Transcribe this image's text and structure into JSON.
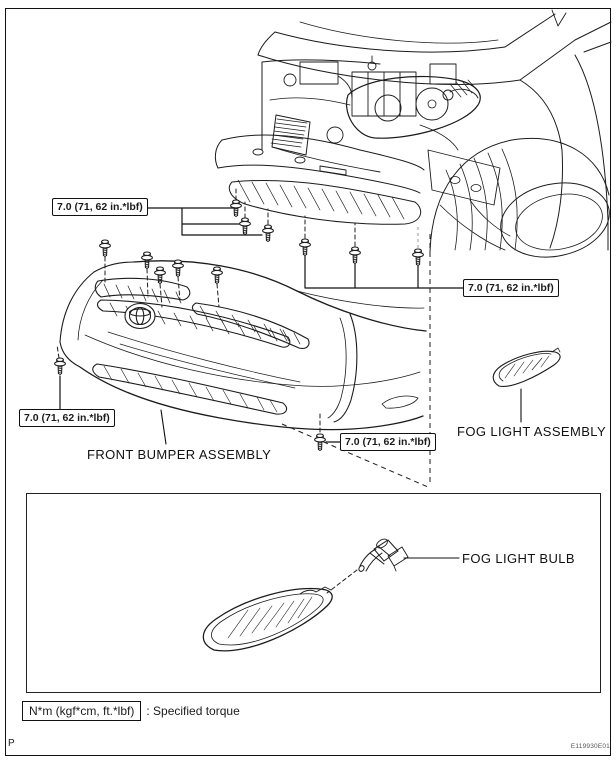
{
  "torque_spec": {
    "value": "7.0 (71, 62 in.*lbf)"
  },
  "part_labels": {
    "front_bumper_assembly": "FRONT BUMPER ASSEMBLY",
    "fog_light_assembly": "FOG LIGHT ASSEMBLY",
    "fog_light_bulb": "FOG LIGHT BULB"
  },
  "legend": {
    "unit_box": "N*m (kgf*cm, ft.*lbf)",
    "description": ": Specified torque"
  },
  "footer": {
    "page_marker": "P",
    "figure_code": "E119930E01"
  },
  "icons": {
    "bolt": "flange-bolt"
  },
  "colors": {
    "line": "#1c1c1c",
    "background": "#ffffff",
    "label_border": "#111111",
    "faint_dash": "#999999"
  }
}
